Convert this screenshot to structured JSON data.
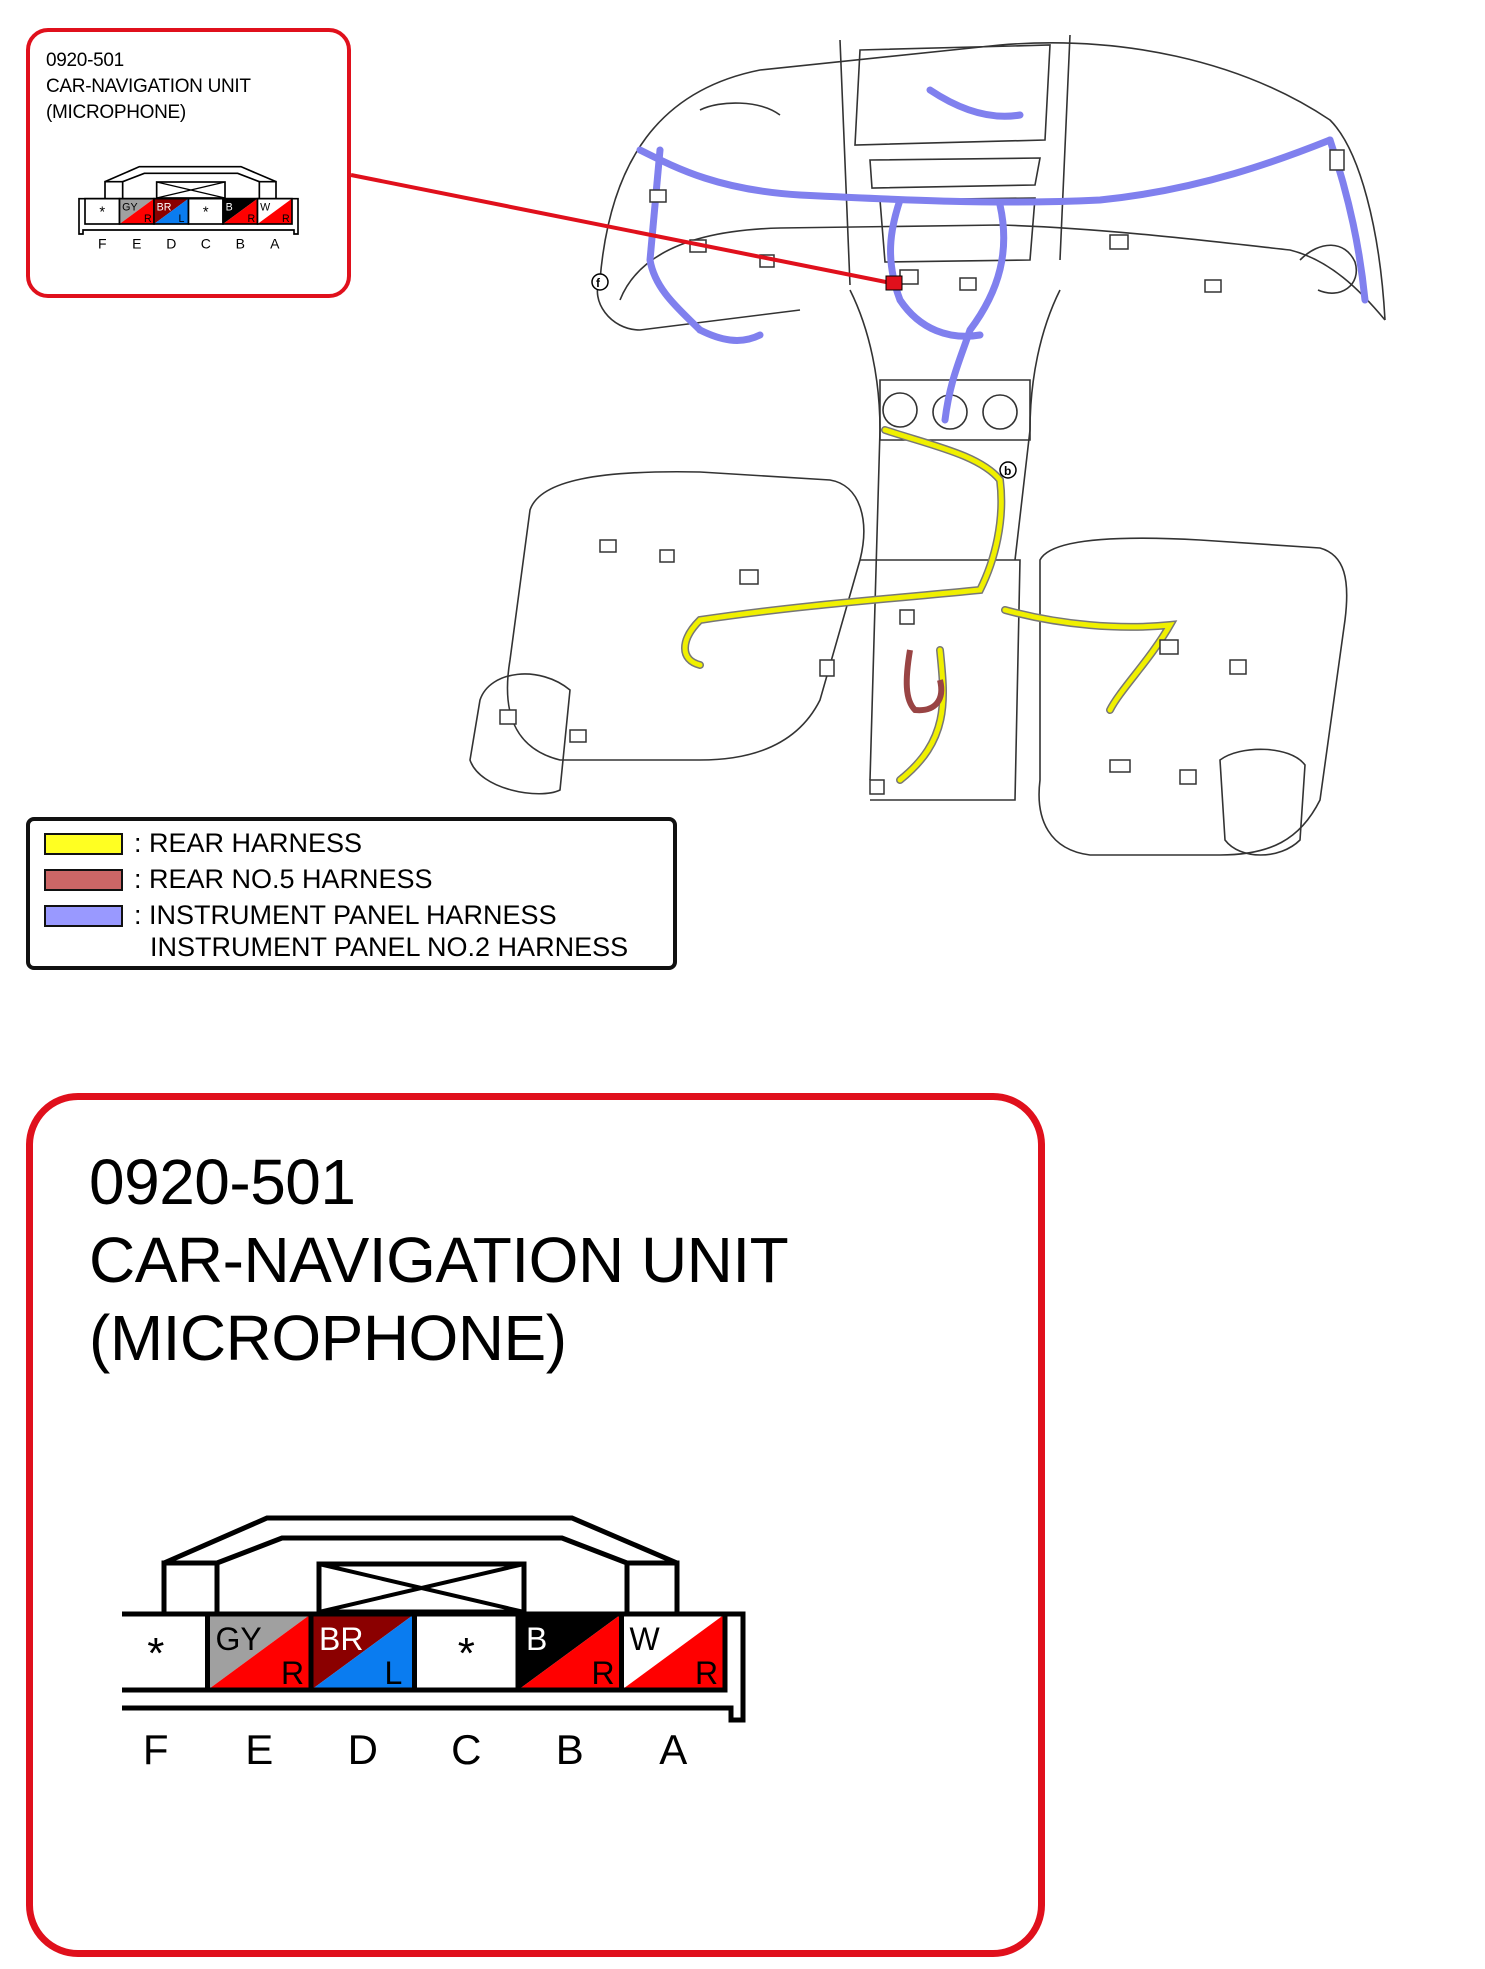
{
  "connector": {
    "code": "0920-501",
    "name": "CAR-NAVIGATION UNIT",
    "subtitle": "(MICROPHONE)",
    "pins": [
      {
        "letter": "F",
        "top": "*",
        "bottom": "",
        "top_color": "#ffffff",
        "bottom_color": "#ffffff"
      },
      {
        "letter": "E",
        "top": "GY",
        "bottom": "R",
        "top_color": "#a0a0a0",
        "bottom_color": "#ff0000"
      },
      {
        "letter": "D",
        "top": "BR",
        "bottom": "L",
        "top_color": "#8b0000",
        "bottom_color": "#0a7cf0"
      },
      {
        "letter": "C",
        "top": "*",
        "bottom": "",
        "top_color": "#ffffff",
        "bottom_color": "#ffffff"
      },
      {
        "letter": "B",
        "top": "B",
        "bottom": "R",
        "top_color": "#000000",
        "bottom_color": "#ff0000"
      },
      {
        "letter": "A",
        "top": "W",
        "bottom": "R",
        "top_color": "#ffffff",
        "bottom_color": "#ff0000"
      }
    ]
  },
  "legend": {
    "items": [
      {
        "color": "#ffff22",
        "label": ": REAR HARNESS"
      },
      {
        "color": "#cc6666",
        "label": ": REAR NO.5 HARNESS"
      },
      {
        "color": "#9999ff",
        "label": ": INSTRUMENT PANEL HARNESS"
      }
    ],
    "extra_line": "INSTRUMENT PANEL NO.2 HARNESS"
  },
  "diagram": {
    "labels": [
      "f",
      "b"
    ],
    "colors": {
      "callout_border": "#e0101c",
      "rear_harness": "#f0f000",
      "rear_no5_harness": "#994444",
      "instrument_panel_harness": "#8080ee"
    }
  }
}
